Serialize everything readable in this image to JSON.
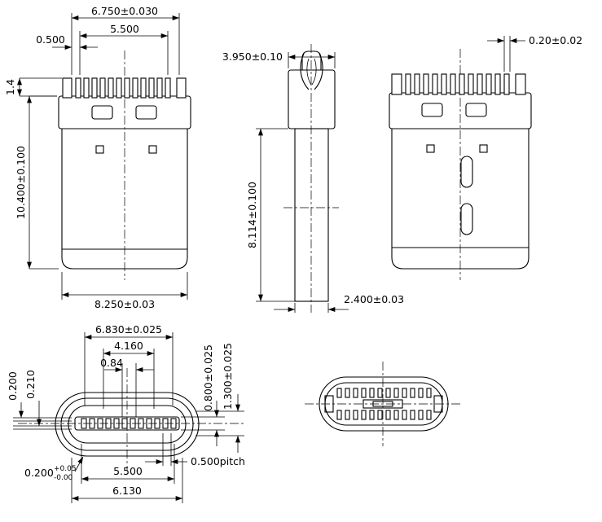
{
  "drawing": {
    "front_view": {
      "teeth_span": "6.750±0.030",
      "inner_span": "5.500",
      "edge_offset": "0.500",
      "teeth_height": "1.4",
      "body_height": "10.400±0.100",
      "body_width": "8.250±0.03"
    },
    "side_view": {
      "top_width": "3.950±0.10",
      "body_height": "8.114±0.100",
      "thickness": "2.400±0.03"
    },
    "back_view": {
      "tooth_thickness": "0.20±0.02"
    },
    "face_view": {
      "shell_width": "6.830±0.025",
      "contact_span": "4.160",
      "pair_pitch": "0.84",
      "wall_a": "0.200",
      "wall_b": "0.210",
      "tongue_thickness": "0.800±0.025",
      "cavity_height": "1.300±0.025",
      "base_dim": "0.200",
      "tol_plus": "+0.05",
      "tol_minus": "-0.00",
      "pin_row_span": "5.500",
      "pitch": "0.500pitch",
      "tongue_width": "6.130"
    }
  }
}
